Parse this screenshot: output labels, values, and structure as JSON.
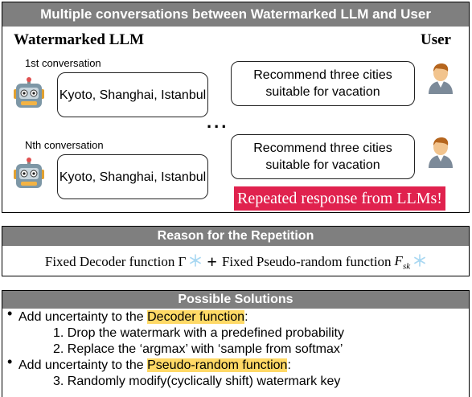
{
  "section1": {
    "title": "Multiple conversations between Watermarked LLM and User",
    "llm_label": "Watermarked LLM",
    "user_label": "User",
    "conversations": [
      {
        "label": "1st conversation",
        "response": "Kyoto, Shanghai, Istanbul",
        "prompt": "Recommend three cities suitable for vacation"
      },
      {
        "label": "Nth conversation",
        "response": "Kyoto, Shanghai, Istanbul",
        "prompt": "Recommend three cities suitable for vacation"
      }
    ],
    "ellipsis": "...",
    "repeated_banner": "Repeated response from LLMs!",
    "banner_color": "#e0224e"
  },
  "section2": {
    "title": "Reason for the Repetition",
    "decoder_text": "Fixed Decoder function Γ",
    "plus": "+",
    "pseudo_text": "Fixed Pseudo-random function",
    "f_symbol": "F",
    "f_subscript": "sk",
    "icons": [
      "snowflake-icon",
      "snowflake-icon"
    ]
  },
  "section3": {
    "title": "Possible Solutions",
    "bullet1_prefix": "Add uncertainty to the ",
    "bullet1_highlight": "Decoder function",
    "bullet1_suffix": ":",
    "item1": "1.   Drop the watermark with a predefined probability",
    "item2": "2.   Replace the ‘argmax’ with ‘sample from softmax’",
    "bullet2_prefix": "Add uncertainty to the ",
    "bullet2_highlight": "Pseudo-random function",
    "bullet2_suffix": ":",
    "item3": "3.   Randomly modify(cyclically shift) watermark key",
    "highlight_color": "#ffd966"
  },
  "colors": {
    "header_bg": "#7f7f7f",
    "snowflake": "#a9d8f2"
  }
}
